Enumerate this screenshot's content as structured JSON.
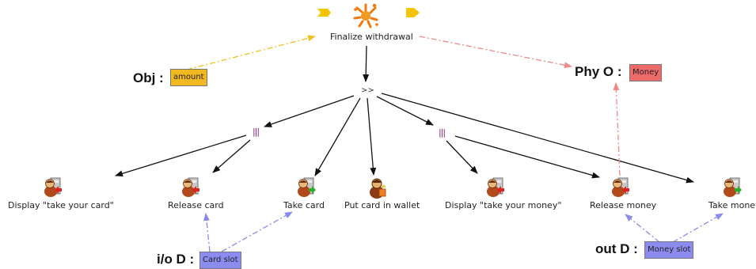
{
  "root": {
    "label": "Finalize withdrawal",
    "operator": ">>",
    "icon": "splash-icon"
  },
  "nav": {
    "prev_icon": "chevron-left-icon",
    "next_icon": "chevron-right-icon"
  },
  "parallel_operators": [
    "|||",
    "|||"
  ],
  "tasks": [
    {
      "label": "Display \"take your card\"",
      "icon": "system-output-icon"
    },
    {
      "label": "Release card",
      "icon": "system-output-icon"
    },
    {
      "label": "Take card",
      "icon": "user-input-icon"
    },
    {
      "label": "Put card in wallet",
      "icon": "user-action-icon"
    },
    {
      "label": "Display \"take your money\"",
      "icon": "system-output-icon"
    },
    {
      "label": "Release money",
      "icon": "system-output-icon"
    },
    {
      "label": "Take money",
      "icon": "user-input-icon"
    }
  ],
  "entities": {
    "obj": {
      "key": "Obj :",
      "value": "amount",
      "color": "#f2b820"
    },
    "phy": {
      "key": "Phy O :",
      "value": "Money",
      "color": "#ee6a6a"
    },
    "io": {
      "key": "i/o D :",
      "value": "Card slot",
      "color": "#8b8bf0"
    },
    "out": {
      "key": "out D :",
      "value": "Money slot",
      "color": "#8b8bf0"
    }
  },
  "colors": {
    "tree_edge": "#111111",
    "obj_link": "#f0c020",
    "phy_link": "#ee8888",
    "device_link": "#8a8ae8"
  }
}
